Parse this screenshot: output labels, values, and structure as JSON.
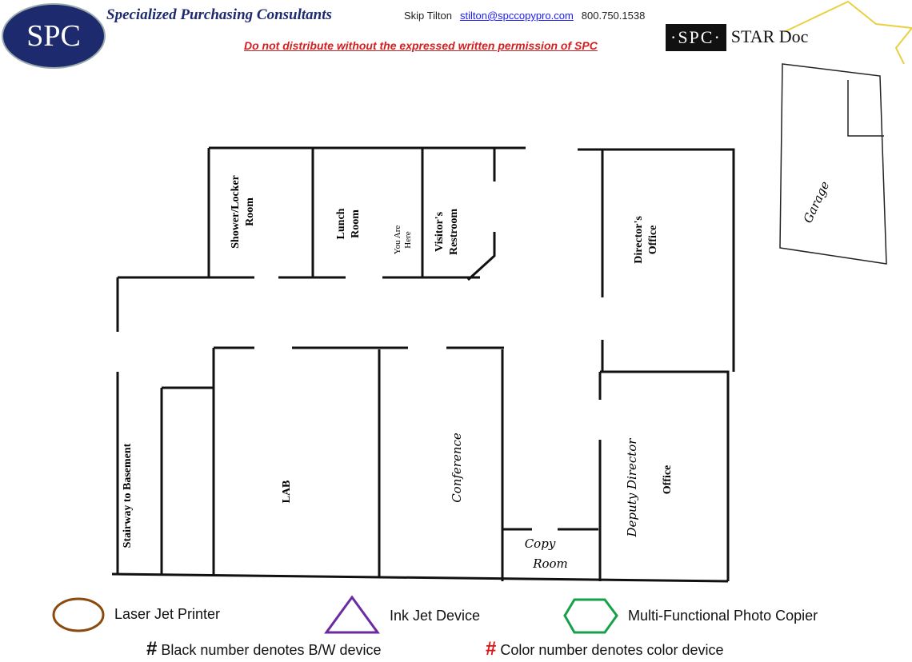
{
  "header": {
    "logo": "SPC",
    "company": "Specialized Purchasing Consultants",
    "contact_name": "Skip Tilton",
    "email": "stilton@spccopypro.com",
    "phone": "800.750.1538",
    "warning": "Do not distribute without the expressed written permission of SPC",
    "stardoc_left": "·SPC·",
    "stardoc_right": "STAR Doc"
  },
  "rooms": {
    "shower": [
      "Shower/Locker",
      "Room"
    ],
    "lunch": [
      "Lunch",
      "Room"
    ],
    "you_are_here": [
      "You Are",
      "Here"
    ],
    "restroom": [
      "Visitor's",
      "Restroom"
    ],
    "director": [
      "Director's",
      "Office"
    ],
    "garage": "Garage",
    "stairway": "Stairway to Basement",
    "lab": "LAB",
    "conference": "Conference",
    "copy": [
      "Copy",
      "Room"
    ],
    "deputy": "Deputy Director",
    "office": "Office"
  },
  "legend": {
    "laser": "Laser Jet Printer",
    "inkjet": "Ink Jet Device",
    "mfp": "Multi-Functional Photo Copier",
    "bw_symbol": "#",
    "bw": "Black number denotes B/W device",
    "color_symbol": "#",
    "color": "Color number denotes color device",
    "colors": {
      "laser": "#8b4a10",
      "inkjet": "#6a2aa0",
      "mfp": "#17a04a",
      "color_symbol": "#e01010"
    }
  }
}
